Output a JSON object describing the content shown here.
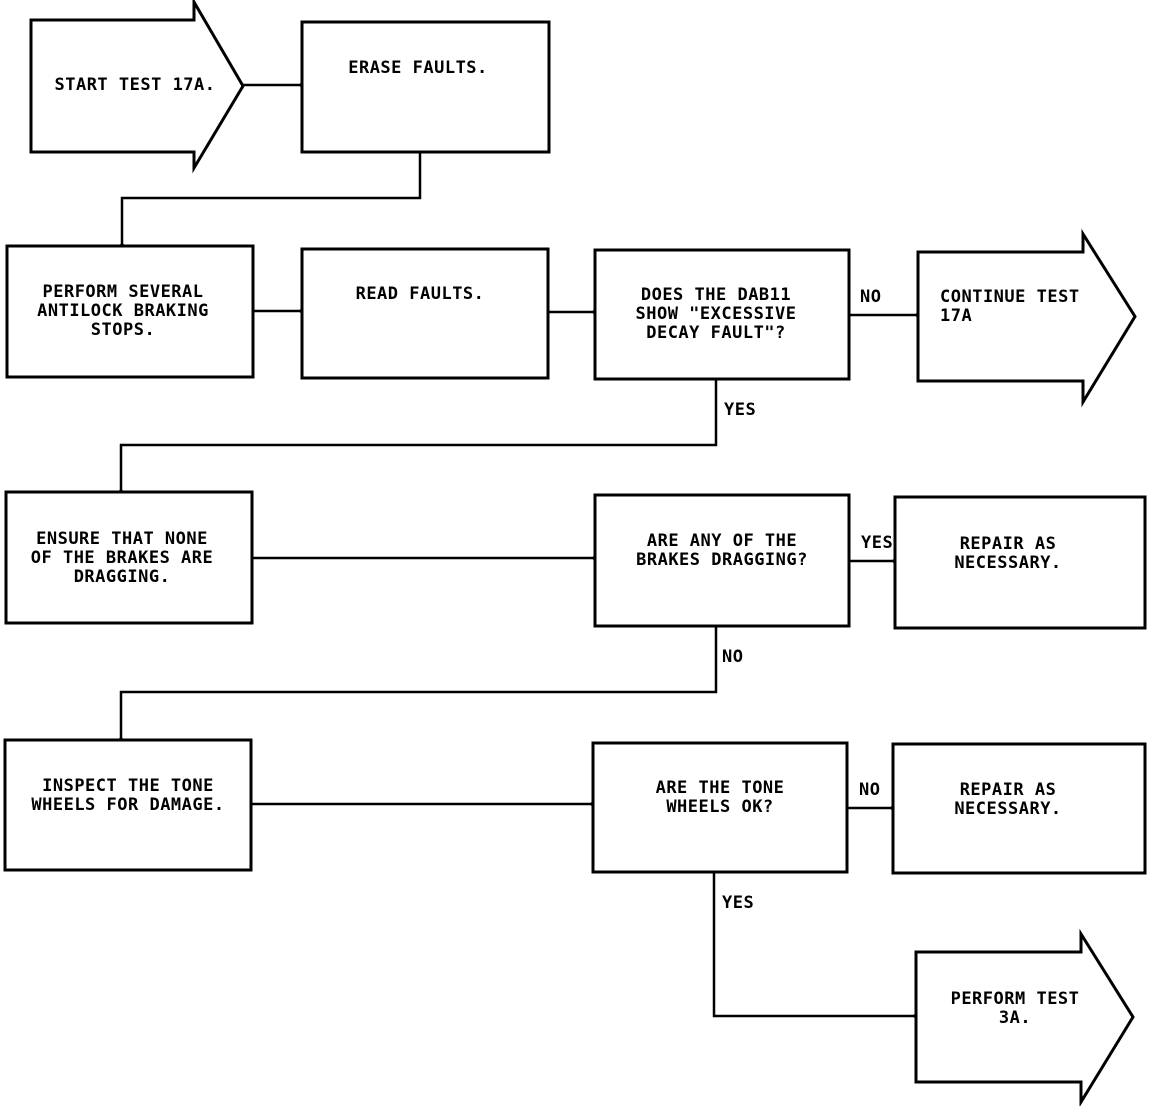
{
  "title": "Test 17A flowchart",
  "colors": {
    "stroke": "#000000",
    "background": "#ffffff"
  },
  "nodes": [
    {
      "id": "start-test-17a",
      "type": "terminal-arrow",
      "lines": [
        "START TEST 17A."
      ]
    },
    {
      "id": "erase-faults",
      "type": "process",
      "lines": [
        "ERASE FAULTS."
      ]
    },
    {
      "id": "perform-antilock-stops",
      "type": "process",
      "lines": [
        "PERFORM SEVERAL",
        "ANTILOCK BRAKING",
        "STOPS."
      ]
    },
    {
      "id": "read-faults",
      "type": "process",
      "lines": [
        "READ FAULTS."
      ]
    },
    {
      "id": "excessive-decay-question",
      "type": "decision",
      "lines": [
        "DOES THE DAB11",
        "SHOW \"EXCESSIVE",
        "DECAY FAULT\"?"
      ]
    },
    {
      "id": "continue-test-17a",
      "type": "terminal-arrow",
      "lines": [
        "CONTINUE TEST",
        "17A"
      ]
    },
    {
      "id": "ensure-brakes-not-dragging",
      "type": "process",
      "lines": [
        "ENSURE THAT NONE",
        "OF THE BRAKES ARE",
        "DRAGGING."
      ]
    },
    {
      "id": "brakes-dragging-question",
      "type": "decision",
      "lines": [
        "ARE ANY OF THE",
        "BRAKES DRAGGING?"
      ]
    },
    {
      "id": "repair-brakes",
      "type": "process",
      "lines": [
        "REPAIR AS",
        "NECESSARY."
      ]
    },
    {
      "id": "inspect-tone-wheels",
      "type": "process",
      "lines": [
        "INSPECT THE TONE",
        "WHEELS FOR DAMAGE."
      ]
    },
    {
      "id": "tone-wheels-ok-question",
      "type": "decision",
      "lines": [
        "ARE THE TONE",
        "WHEELS OK?"
      ]
    },
    {
      "id": "repair-tone-wheels",
      "type": "process",
      "lines": [
        "REPAIR AS",
        "NECESSARY."
      ]
    },
    {
      "id": "perform-test-3a",
      "type": "terminal-arrow",
      "lines": [
        "PERFORM TEST",
        "3A."
      ]
    }
  ],
  "edges": [
    {
      "from": "start-test-17a",
      "to": "erase-faults",
      "label": ""
    },
    {
      "from": "erase-faults",
      "to": "perform-antilock-stops",
      "label": ""
    },
    {
      "from": "perform-antilock-stops",
      "to": "read-faults",
      "label": ""
    },
    {
      "from": "read-faults",
      "to": "excessive-decay-question",
      "label": ""
    },
    {
      "from": "excessive-decay-question",
      "to": "continue-test-17a",
      "label": "NO"
    },
    {
      "from": "excessive-decay-question",
      "to": "ensure-brakes-not-dragging",
      "label": "YES"
    },
    {
      "from": "ensure-brakes-not-dragging",
      "to": "brakes-dragging-question",
      "label": ""
    },
    {
      "from": "brakes-dragging-question",
      "to": "repair-brakes",
      "label": "YES"
    },
    {
      "from": "brakes-dragging-question",
      "to": "inspect-tone-wheels",
      "label": "NO"
    },
    {
      "from": "inspect-tone-wheels",
      "to": "tone-wheels-ok-question",
      "label": ""
    },
    {
      "from": "tone-wheels-ok-question",
      "to": "repair-tone-wheels",
      "label": "NO"
    },
    {
      "from": "tone-wheels-ok-question",
      "to": "perform-test-3a",
      "label": "YES"
    }
  ]
}
